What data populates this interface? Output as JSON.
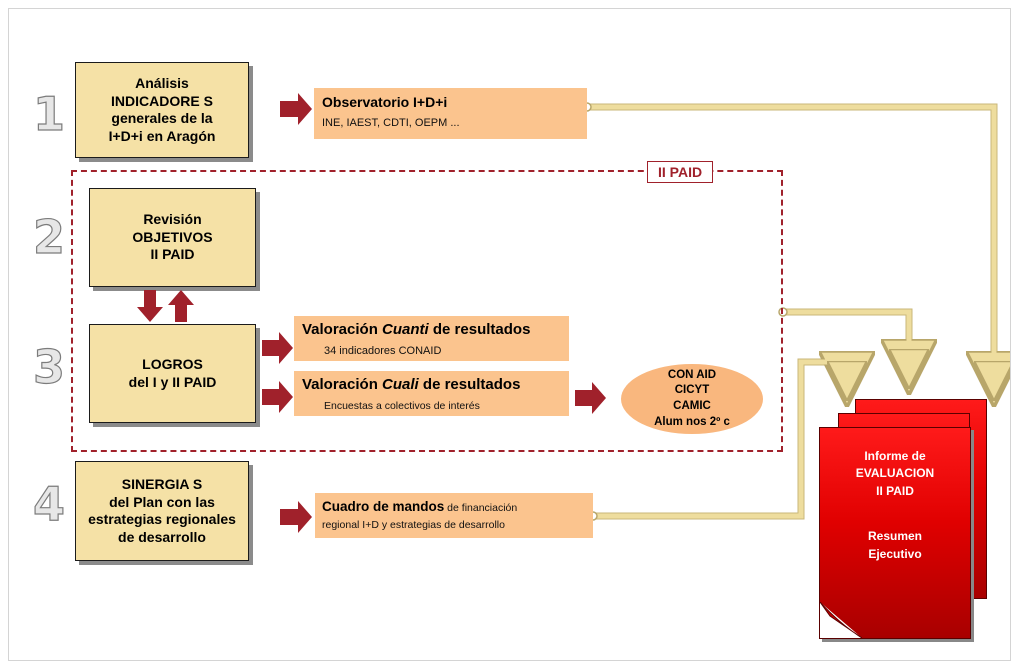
{
  "steps": [
    "1",
    "2",
    "3",
    "4"
  ],
  "box_analisis": "Análisis\nINDICADORE S\ngenerales de la\nI+D+i en Aragón",
  "box_revision": "Revisión\nOBJETIVOS\nII PAID",
  "box_logros": "LOGROS\ndel  I y II PAID",
  "box_sinergias": "SINERGIA S\ndel Plan con las\nestrategias regionales\nde desarrollo",
  "observatorio": {
    "title": "Observatorio I+D+i",
    "sub": "INE, IAEST, CDTI, OEPM ..."
  },
  "cuanti": {
    "pre": "Valoración ",
    "em": "Cuanti",
    "post": " de resultados",
    "sub": "34 indicadores CONAID"
  },
  "cuali": {
    "pre": "Valoración ",
    "em": "Cuali",
    "post": " de resultados",
    "sub": "Encuestas a colectivos de interés"
  },
  "cuadro": {
    "title": "Cuadro de mandos",
    "title_rest": " de financiación",
    "sub": "regional I+D y estrategias de desarrollo"
  },
  "oval_lines": [
    "CON AID",
    "CICYT",
    "CAMIC",
    "Alum nos 2º c"
  ],
  "paid_label": "II PAID",
  "report": {
    "line1": "Informe de",
    "line2": "EVALUACION",
    "line3": "II PAID",
    "line4": "Resumen",
    "line5": "Ejecutivo"
  },
  "colors": {
    "cream": "#f5e1a6",
    "orange": "#fbc48e",
    "dark_red": "#a0212b",
    "red": "#e00000",
    "connector": "#eedd9e"
  }
}
